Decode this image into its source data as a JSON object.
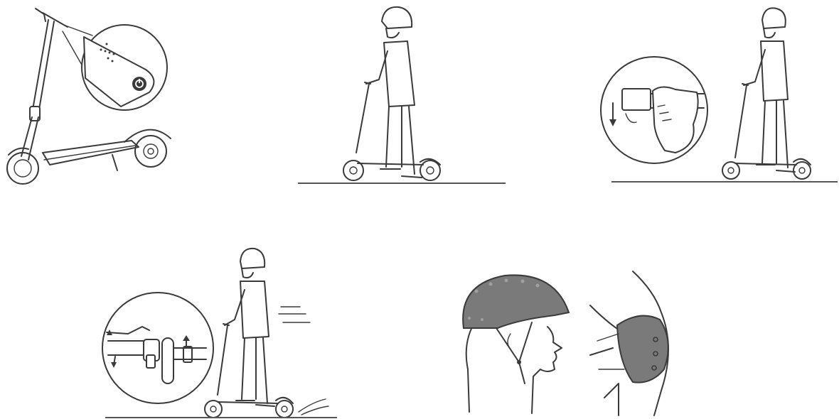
{
  "illustration": {
    "panels": [
      {
        "id": "power-on",
        "icon": "power-button-icon"
      },
      {
        "id": "standing",
        "icon": "rider-icon"
      },
      {
        "id": "throttle",
        "icon": "throttle-hand-icon"
      },
      {
        "id": "riding-brake",
        "icon": "brake-lever-icon"
      },
      {
        "id": "protective-gear",
        "icon": "helmet-icon"
      }
    ],
    "colors": {
      "line": "#3a3a3a",
      "gear_fill": "#7a7a7a",
      "background": "#ffffff"
    }
  }
}
